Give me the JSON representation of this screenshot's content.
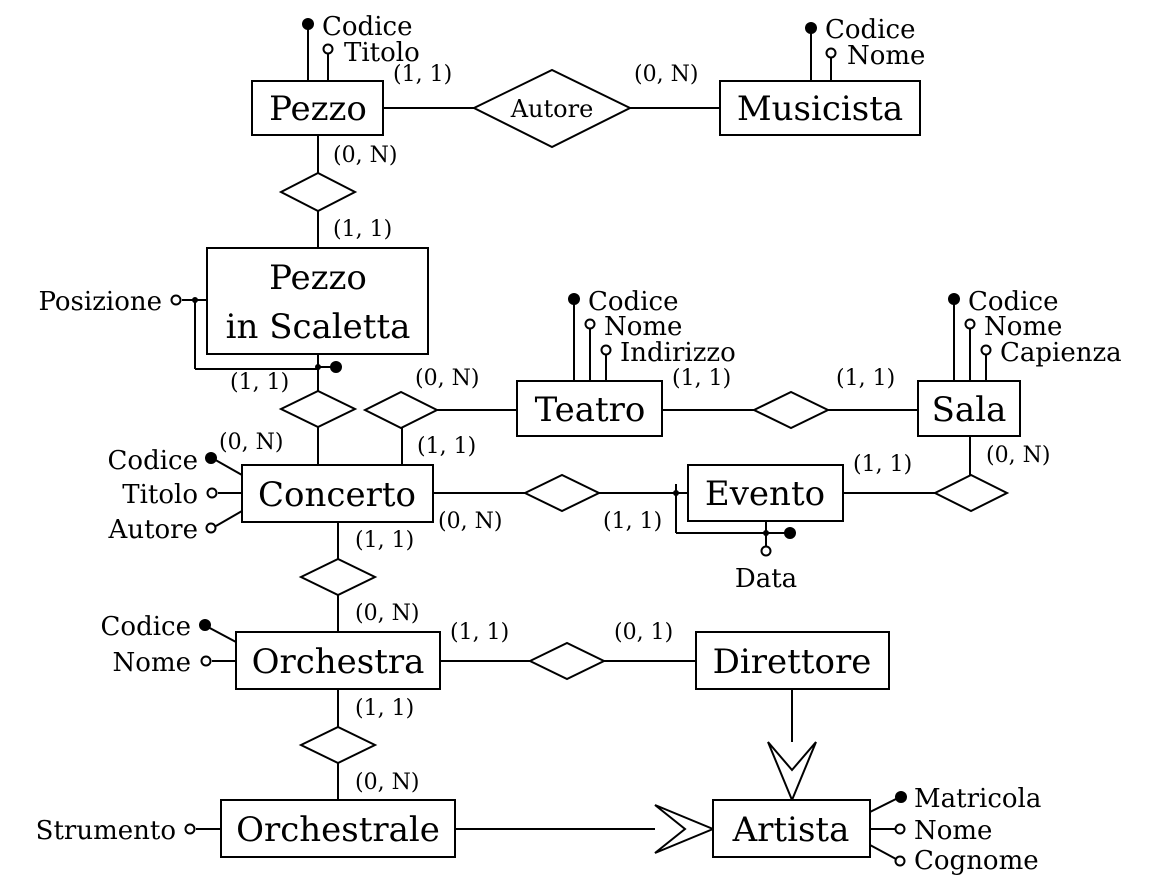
{
  "entities": {
    "pezzo": "Pezzo",
    "musicista": "Musicista",
    "pezzo_scaletta_l1": "Pezzo",
    "pezzo_scaletta_l2": "in Scaletta",
    "teatro": "Teatro",
    "sala": "Sala",
    "concerto": "Concerto",
    "evento": "Evento",
    "orchestra": "Orchestra",
    "direttore": "Direttore",
    "orchestrale": "Orchestrale",
    "artista": "Artista"
  },
  "relationships": {
    "autore": "Autore"
  },
  "attributes": {
    "pezzo_codice": "Codice",
    "pezzo_titolo": "Titolo",
    "musicista_codice": "Codice",
    "musicista_nome": "Nome",
    "scaletta_posizione": "Posizione",
    "teatro_codice": "Codice",
    "teatro_nome": "Nome",
    "teatro_indirizzo": "Indirizzo",
    "sala_codice": "Codice",
    "sala_nome": "Nome",
    "sala_capienza": "Capienza",
    "concerto_codice": "Codice",
    "concerto_titolo": "Titolo",
    "concerto_autore": "Autore",
    "evento_data": "Data",
    "orchestra_codice": "Codice",
    "orchestra_nome": "Nome",
    "orchestrale_strumento": "Strumento",
    "artista_matricola": "Matricola",
    "artista_nome": "Nome",
    "artista_cognome": "Cognome"
  },
  "cardinalities": {
    "pezzo_autore": "(1, 1)",
    "musicista_autore": "(0, N)",
    "pezzo_down": "(0, N)",
    "scaletta_up": "(1, 1)",
    "scaletta_down": "(1, 1)",
    "concerto_scaletta": "(0, N)",
    "concerto_teatro": "(1, 1)",
    "teatro_concerto": "(0, N)",
    "teatro_sala": "(1, 1)",
    "sala_teatro": "(1, 1)",
    "evento_sala": "(1, 1)",
    "sala_evento": "(0, N)",
    "concerto_evento": "(0, N)",
    "evento_concerto": "(1, 1)",
    "concerto_orchestra": "(1, 1)",
    "orchestra_concerto": "(0, N)",
    "orchestra_direttore": "(1, 1)",
    "direttore_orchestra": "(0, 1)",
    "orchestra_orchestrale": "(1, 1)",
    "orchestrale_orchestra": "(0, N)"
  }
}
